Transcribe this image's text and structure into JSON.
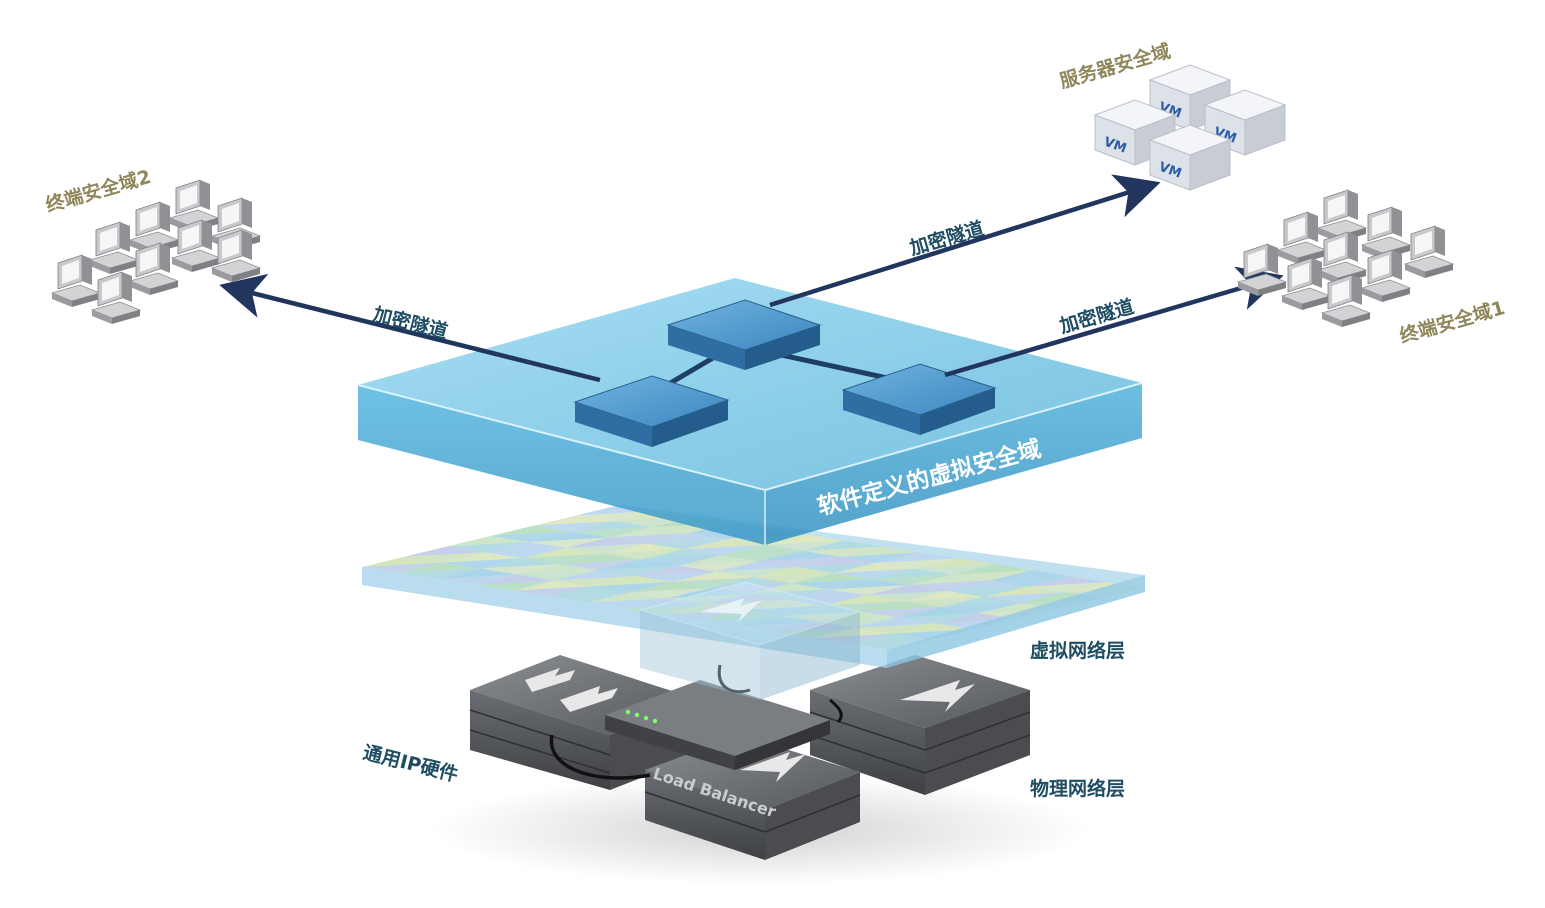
{
  "labels": {
    "server_domain": "服务器安全域",
    "terminal_domain_2": "终端安全域2",
    "terminal_domain_1": "终端安全域1",
    "tunnel_left": "加密隧道",
    "tunnel_top": "加密隧道",
    "tunnel_right": "加密隧道",
    "sd_virtual_domain": "软件定义的虚拟安全域",
    "virtual_network_layer": "虚拟网络层",
    "physical_network_layer": "物理网络层",
    "generic_ip_hardware": "通用IP硬件",
    "load_balancer": "Load Balancer",
    "vm_badge": "VM"
  },
  "colors": {
    "label_gold": "#8f875a",
    "label_navy": "#1f4d63",
    "tunnel_arrow": "#22355f",
    "virtual_plate": "#4fb6dd",
    "hardware_gray": "#5a5d61"
  }
}
